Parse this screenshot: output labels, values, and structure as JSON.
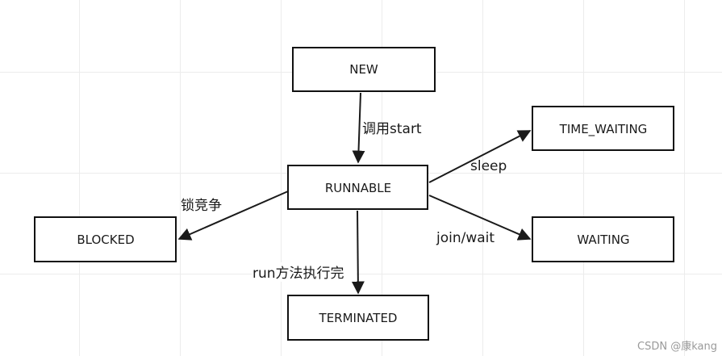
{
  "states": {
    "new": "NEW",
    "runnable": "RUNNABLE",
    "time_waiting": "TIME_WAITING",
    "waiting": "WAITING",
    "blocked": "BLOCKED",
    "terminated": "TERMINATED"
  },
  "transitions": {
    "call_start": "调用start",
    "sleep": "sleep",
    "join_wait": "join/wait",
    "lock_contention": "锁竞争",
    "run_complete": "run方法执行完"
  },
  "watermark": "CSDN @康kang"
}
